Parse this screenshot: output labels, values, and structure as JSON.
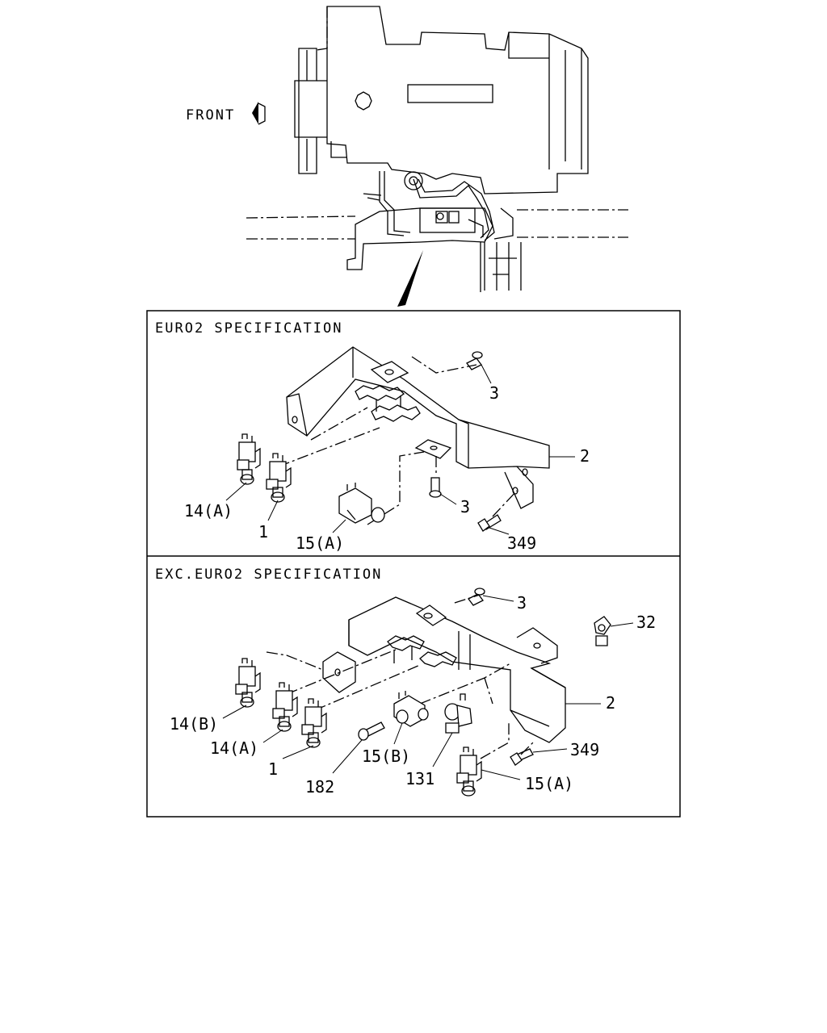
{
  "engine_view": {
    "direction_label": "FRONT"
  },
  "panel_top": {
    "heading": "EURO2 SPECIFICATION",
    "callouts": {
      "bolt_upper": "3",
      "bracket": "2",
      "bolt_lower": "3",
      "valve_14a": "14(A)",
      "valve_1": "1",
      "valve_15a": "15(A)",
      "bolt_349": "349"
    }
  },
  "panel_bottom": {
    "heading": "EXC.EURO2 SPECIFICATION",
    "callouts": {
      "bolt_upper": "3",
      "clip": "32",
      "bracket": "2",
      "valve_14b": "14(B)",
      "valve_14a": "14(A)",
      "valve_1": "1",
      "bolt_182": "182",
      "valve_15b": "15(B)",
      "part_131": "131",
      "bolt_349": "349",
      "valve_15a": "15(A)"
    }
  }
}
